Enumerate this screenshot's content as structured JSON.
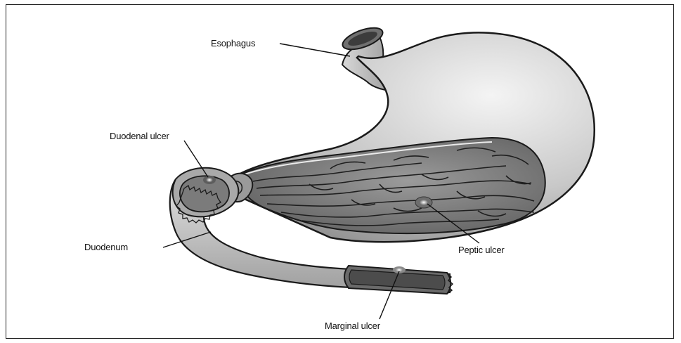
{
  "diagram": {
    "labels": {
      "esophagus": "Esophagus",
      "duodenal_ulcer": "Duodenal ulcer",
      "duodenum": "Duodenum",
      "peptic_ulcer": "Peptic ulcer",
      "marginal_ulcer": "Marginal ulcer"
    }
  }
}
